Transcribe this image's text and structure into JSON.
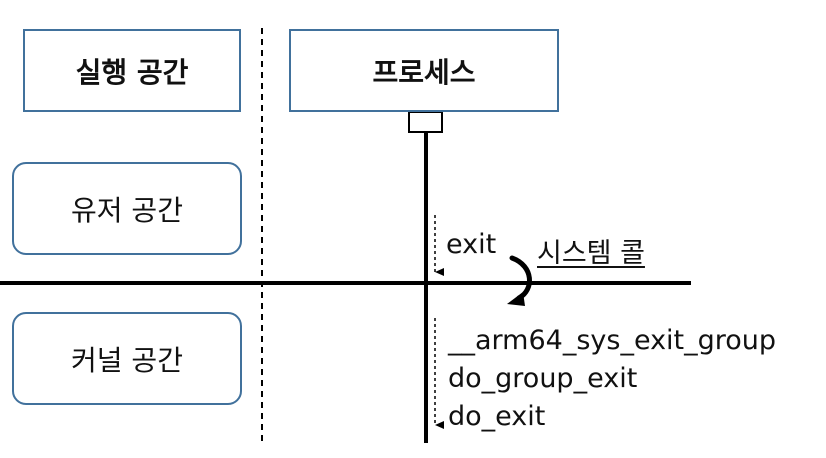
{
  "boxes": {
    "exec_space": "실행 공간",
    "process": "프로세스",
    "user_space": "유저 공간",
    "kernel_space": "커널 공간"
  },
  "labels": {
    "exit": "exit",
    "system_call": "시스템 콜"
  },
  "kernel_functions": [
    "__arm64_sys_exit_group",
    "do_group_exit",
    "do_exit"
  ],
  "colors": {
    "box_border": "#41719c",
    "line": "#000000"
  }
}
